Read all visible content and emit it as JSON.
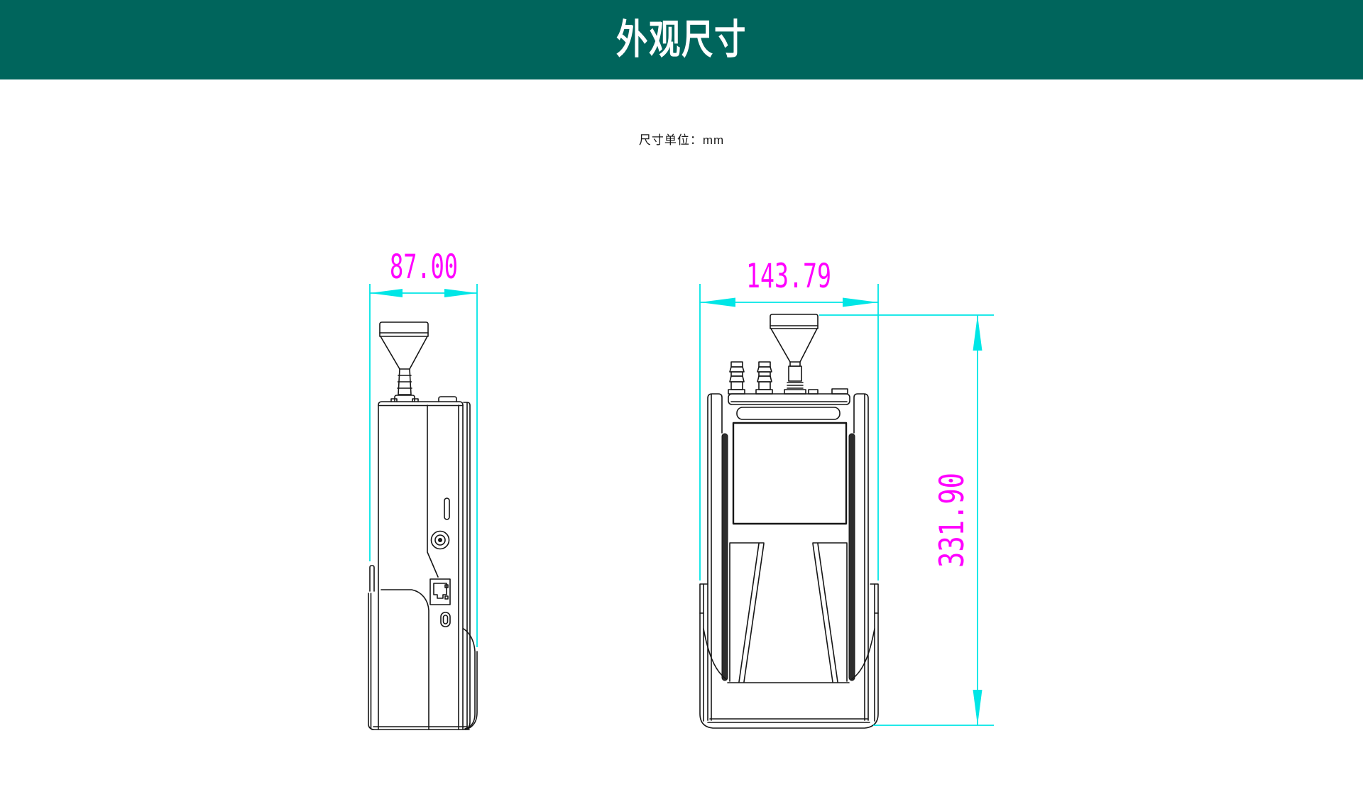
{
  "header": {
    "title": "外观尺寸"
  },
  "note": {
    "text": "尺寸单位：mm"
  },
  "dimensions": {
    "side_width": "87.00",
    "front_width": "143.79",
    "front_height": "331.90"
  },
  "colors": {
    "header_bg": "#00655c",
    "dimension_line": "#00e6e6",
    "dimension_text": "#ff00ff",
    "outline": "#161616"
  }
}
